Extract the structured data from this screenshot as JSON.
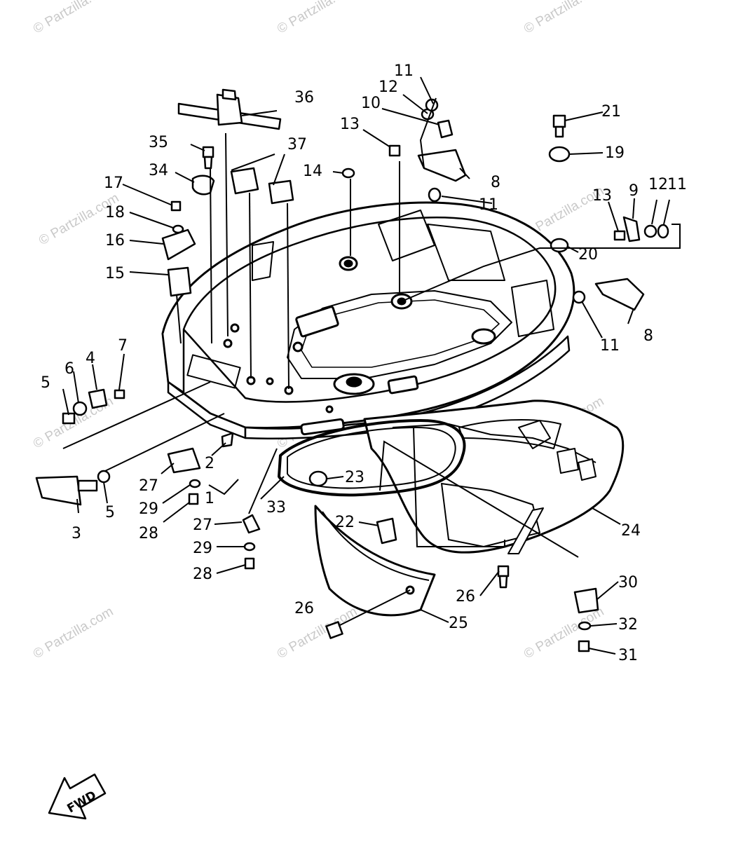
{
  "watermark": "© Partzilla.com",
  "fwd_label": "FWD",
  "callouts": {
    "c1": "1",
    "c2": "2",
    "c3": "3",
    "c4": "4",
    "c5a": "5",
    "c5b": "5",
    "c6": "6",
    "c7": "7",
    "c8a": "8",
    "c8b": "8",
    "c9": "9",
    "c10": "10",
    "c11a": "11",
    "c11b": "11",
    "c11c": "11",
    "c11d": "11",
    "c12a": "12",
    "c12b": "12",
    "c13a": "13",
    "c13b": "13",
    "c14": "14",
    "c15": "15",
    "c16": "16",
    "c17": "17",
    "c18": "18",
    "c19": "19",
    "c20": "20",
    "c21": "21",
    "c22": "22",
    "c23": "23",
    "c24": "24",
    "c25": "25",
    "c26a": "26",
    "c26b": "26",
    "c27a": "27",
    "c27b": "27",
    "c28a": "28",
    "c28b": "28",
    "c29a": "29",
    "c29b": "29",
    "c30": "30",
    "c31": "31",
    "c32": "32",
    "c33": "33",
    "c34": "34",
    "c35": "35",
    "c36": "36",
    "c37": "37"
  }
}
